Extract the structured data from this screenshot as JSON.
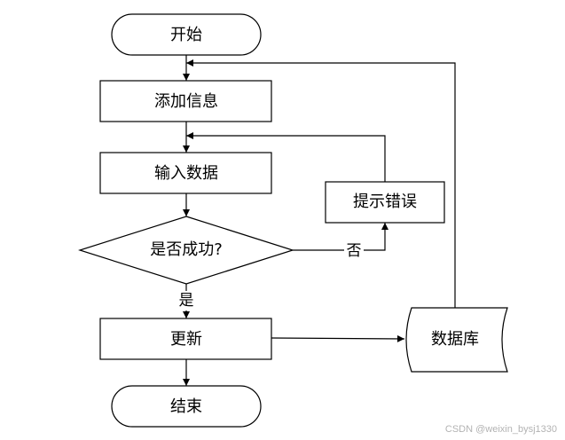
{
  "nodes": {
    "start": "开始",
    "add_info": "添加信息",
    "input_data": "输入数据",
    "success_check": "是否成功?",
    "error_prompt": "提示错误",
    "update": "更新",
    "database": "数据库",
    "end": "结束"
  },
  "edges": {
    "yes_label": "是",
    "no_label": "否"
  },
  "watermark": "CSDN @weixin_bysj1330"
}
